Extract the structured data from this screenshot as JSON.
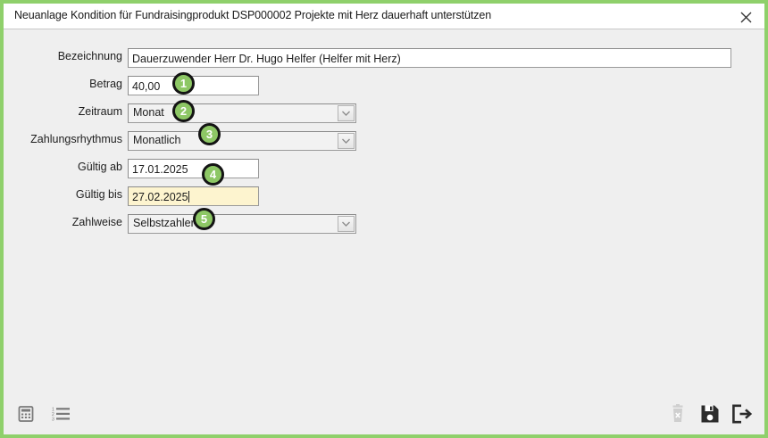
{
  "window": {
    "title": "Neuanlage Kondition für Fundraisingprodukt DSP000002 Projekte mit Herz dauerhaft unterstützen",
    "close_label": "×",
    "border_color": "#8fd06b",
    "body_color": "#efefef"
  },
  "form": {
    "fields": [
      {
        "label": "Bezeichnung",
        "value": "Dauerzuwender Herr Dr. Hugo Helfer (Helfer mit Herz)",
        "type": "text",
        "focused": false
      },
      {
        "label": "Betrag",
        "value": "40,00",
        "type": "text",
        "focused": false
      },
      {
        "label": "Zeitraum",
        "value": "Monat",
        "type": "combo",
        "focused": false
      },
      {
        "label": "Zahlungsrhythmus",
        "value": "Monatlich",
        "type": "combo",
        "focused": false
      },
      {
        "label": "Gültig ab",
        "value": "17.01.2025",
        "type": "text",
        "focused": false
      },
      {
        "label": "Gültig bis",
        "value": "27.02.2025",
        "type": "text",
        "focused": true
      },
      {
        "label": "Zahlweise",
        "value": "Selbstzahler",
        "type": "combo",
        "focused": false
      }
    ]
  },
  "badges": [
    {
      "number": "1"
    },
    {
      "number": "2"
    },
    {
      "number": "3"
    },
    {
      "number": "4"
    },
    {
      "number": "5"
    }
  ],
  "toolbar": {
    "left": [
      {
        "icon": "calculator-icon",
        "enabled": true
      },
      {
        "icon": "numbered-list-icon",
        "enabled": true
      }
    ],
    "right": [
      {
        "icon": "delete-icon",
        "enabled": false
      },
      {
        "icon": "save-icon",
        "enabled": true
      },
      {
        "icon": "exit-icon",
        "enabled": true
      }
    ]
  },
  "colors": {
    "badge_fill": "#8dc765",
    "badge_outline": "#141414",
    "focus_field": "#fdf4cf"
  }
}
